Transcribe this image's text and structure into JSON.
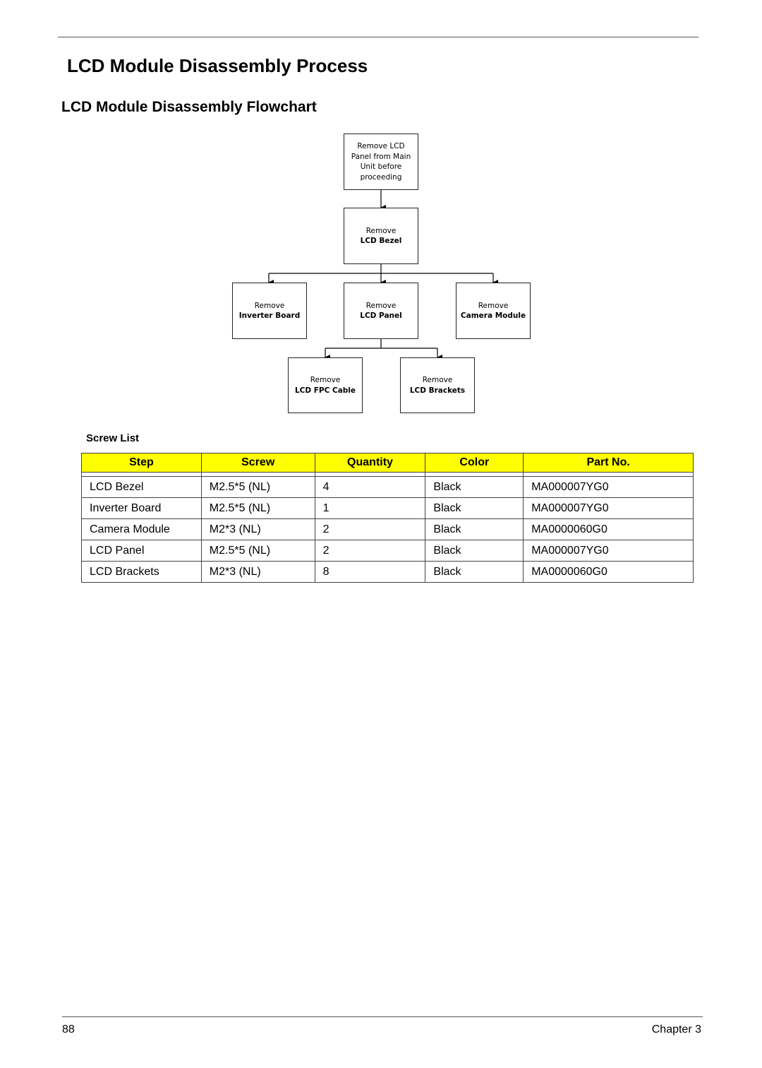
{
  "heading": "LCD Module Disassembly Process",
  "subheading": "LCD Module Disassembly Flowchart",
  "flowchart": {
    "start": {
      "line1": "Remove LCD",
      "line2": "Panel from Main",
      "line3": "Unit before",
      "line4": "proceeding"
    },
    "bezel": {
      "verb": "Remove",
      "target": "LCD Bezel"
    },
    "inverter": {
      "verb": "Remove",
      "target": "Inverter Board"
    },
    "panel": {
      "verb": "Remove",
      "target": "LCD Panel"
    },
    "camera": {
      "verb": "Remove",
      "target": "Camera Module"
    },
    "fpc": {
      "verb": "Remove",
      "target": "LCD FPC Cable"
    },
    "brackets": {
      "verb": "Remove",
      "target": "LCD Brackets"
    }
  },
  "screw_list": {
    "title": "Screw List",
    "header_color": "#ffff00",
    "columns": [
      "Step",
      "Screw",
      "Quantity",
      "Color",
      "Part No."
    ],
    "rows": [
      [
        "LCD Bezel",
        "M2.5*5 (NL)",
        "4",
        "Black",
        "MA000007YG0"
      ],
      [
        "Inverter Board",
        "M2.5*5 (NL)",
        "1",
        "Black",
        "MA000007YG0"
      ],
      [
        "Camera Module",
        "M2*3 (NL)",
        "2",
        "Black",
        "MA0000060G0"
      ],
      [
        "LCD Panel",
        "M2.5*5 (NL)",
        "2",
        "Black",
        "MA000007YG0"
      ],
      [
        "LCD Brackets",
        "M2*3 (NL)",
        "8",
        "Black",
        "MA0000060G0"
      ]
    ]
  },
  "footer": {
    "page_number": "88",
    "chapter": "Chapter 3"
  }
}
